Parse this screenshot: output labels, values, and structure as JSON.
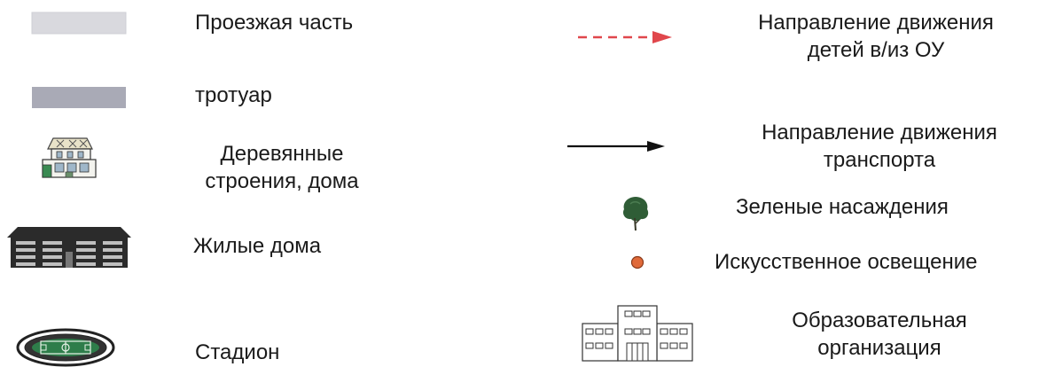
{
  "legend": {
    "items": [
      {
        "key": "road",
        "symbol": "light-gray-swatch",
        "color": "#d9d9de",
        "label": "Проезжая часть"
      },
      {
        "key": "sidewalk",
        "symbol": "gray-swatch",
        "color": "#a9aab6",
        "label": "тротуар"
      },
      {
        "key": "wooden_houses",
        "symbol": "wooden-house-icon",
        "label_line1": "Деревянные",
        "label_line2": "строения, дома"
      },
      {
        "key": "residential",
        "symbol": "apartment-building-icon",
        "label": "Жилые дома"
      },
      {
        "key": "stadium",
        "symbol": "stadium-icon",
        "label": "Стадион"
      },
      {
        "key": "children_route",
        "symbol": "dashed-red-arrow-icon",
        "color": "#e0474c",
        "label_line1": "Направление движения",
        "label_line2": "детей в/из ОУ"
      },
      {
        "key": "traffic",
        "symbol": "black-arrow-icon",
        "color": "#111111",
        "label_line1": "Направление движения",
        "label_line2": "транспорта"
      },
      {
        "key": "greenery",
        "symbol": "tree-icon",
        "color": "#2f5d36",
        "label": "Зеленые насаждения"
      },
      {
        "key": "lighting",
        "symbol": "orange-dot-icon",
        "color": "#e06a3a",
        "label": "Искусственное освещение"
      },
      {
        "key": "school",
        "symbol": "school-building-icon",
        "label_line1": "Образовательная",
        "label_line2": "организация"
      }
    ]
  }
}
